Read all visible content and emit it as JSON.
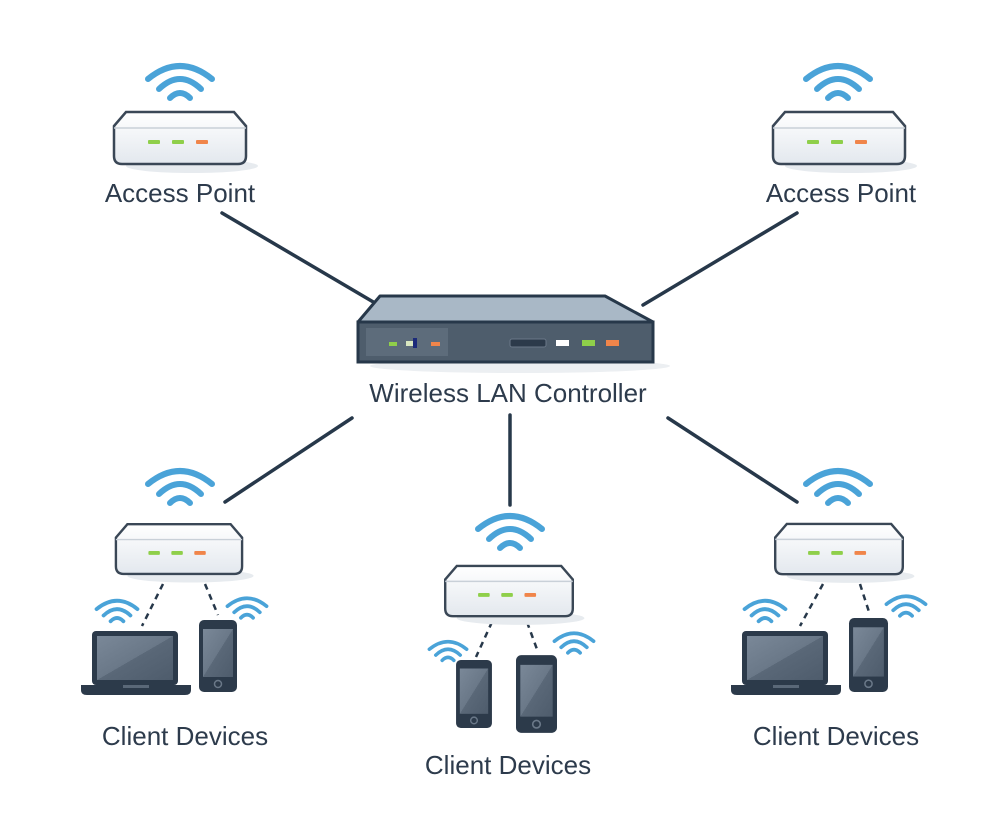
{
  "labels": {
    "ap_top_left": "Access Point",
    "ap_top_right": "Access Point",
    "controller": "Wireless LAN Controller",
    "clients_left": "Client Devices",
    "clients_center": "Client Devices",
    "clients_right": "Client Devices"
  },
  "colors": {
    "wifi": "#4aa3d8",
    "line": "#27384a",
    "led_green": "#8fcf4a",
    "led_orange": "#f0854a",
    "controller_body": "#4e5d6c",
    "controller_top": "#a9b8c6"
  },
  "icons": [
    "wifi-icon",
    "access-point-icon",
    "controller-icon",
    "laptop-icon",
    "phone-icon"
  ]
}
